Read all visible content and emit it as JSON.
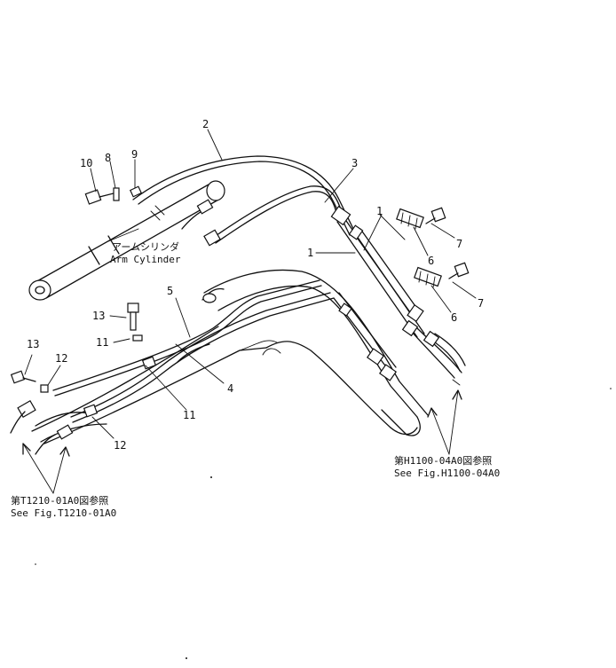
{
  "callouts": {
    "p1a": "1",
    "p1b": "1",
    "p2": "2",
    "p3": "3",
    "p4": "4",
    "p5": "5",
    "p6a": "6",
    "p6b": "6",
    "p7a": "7",
    "p7b": "7",
    "p8": "8",
    "p9": "9",
    "p10": "10",
    "p11a": "11",
    "p11b": "11",
    "p12a": "12",
    "p12b": "12",
    "p13a": "13",
    "p13b": "13"
  },
  "labels": {
    "arm_cylinder_jp": "アームシリンダ",
    "arm_cylinder_en": "Arm Cylinder",
    "ref_right_jp": "第H1100-04A0図参照",
    "ref_right_en": "See Fig.H1100-04A0",
    "ref_left_jp": "第T1210-01A0図参照",
    "ref_left_en": "See Fig.T1210-01A0"
  }
}
